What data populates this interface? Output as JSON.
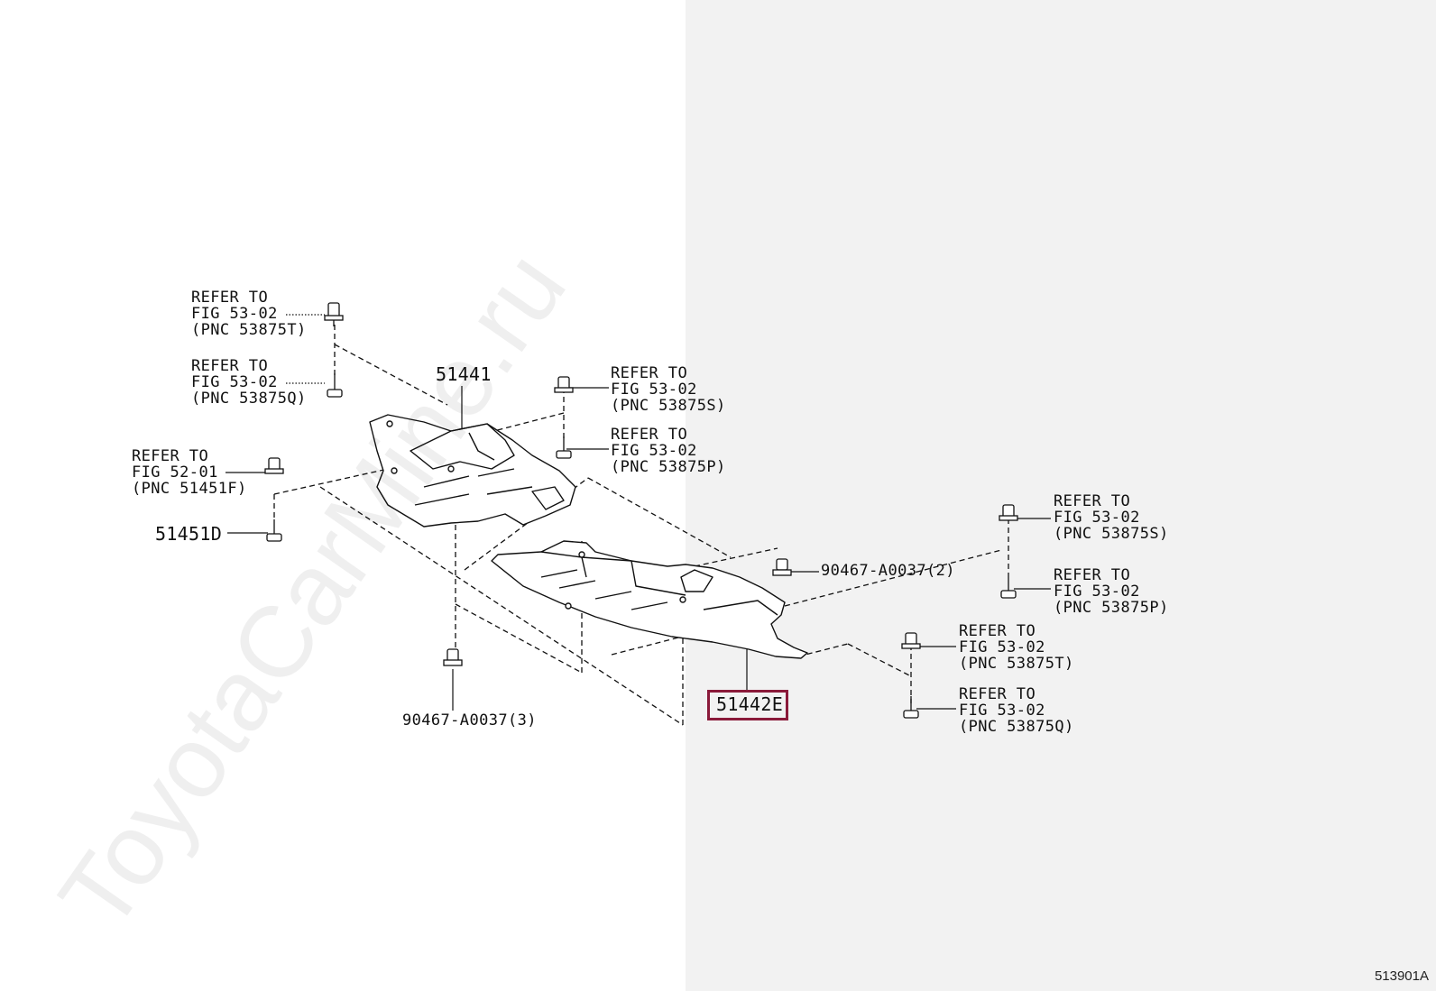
{
  "watermark": "ToyotaCarMine.ru",
  "diagram_id": "513901A",
  "highlight_color": "#8a1a3a",
  "parts": {
    "p51441": "51441",
    "p51451d": "51451D",
    "p51442e": "51442E",
    "clip_left": "90467-A0037(3)",
    "clip_right": "90467-A0037(2)"
  },
  "refs": {
    "r1": {
      "line1": "REFER TO",
      "line2": "FIG 53-02",
      "line3": "(PNC 53875T)"
    },
    "r2": {
      "line1": "REFER TO",
      "line2": "FIG 53-02",
      "line3": "(PNC 53875Q)"
    },
    "r3": {
      "line1": "REFER TO",
      "line2": "FIG 53-02",
      "line3": "(PNC 53875S)"
    },
    "r4": {
      "line1": "REFER TO",
      "line2": "FIG 53-02",
      "line3": "(PNC 53875P)"
    },
    "r5": {
      "line1": "REFER TO",
      "line2": "FIG 52-01",
      "line3": "(PNC 51451F)"
    },
    "r6": {
      "line1": "REFER TO",
      "line2": "FIG 53-02",
      "line3": "(PNC 53875S)"
    },
    "r7": {
      "line1": "REFER TO",
      "line2": "FIG 53-02",
      "line3": "(PNC 53875P)"
    },
    "r8": {
      "line1": "REFER TO",
      "line2": "FIG 53-02",
      "line3": "(PNC 53875T)"
    },
    "r9": {
      "line1": "REFER TO",
      "line2": "FIG 53-02",
      "line3": "(PNC 53875Q)"
    }
  }
}
